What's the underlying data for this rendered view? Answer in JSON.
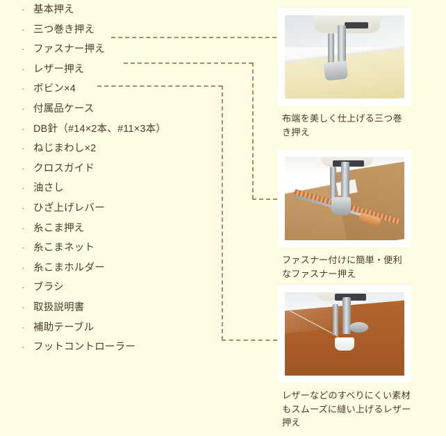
{
  "page": {
    "background_color": "#fdfbe2",
    "text_color": "#443e2d",
    "connector_color": "#a08e63"
  },
  "accessory_list": {
    "bullet_glyph": "·",
    "items": [
      {
        "label": "基本押え"
      },
      {
        "label": "三つ巻き押え"
      },
      {
        "label": "ファスナー押え"
      },
      {
        "label": "レザー押え"
      },
      {
        "label": "ボビン×4"
      },
      {
        "label": "付属品ケース"
      },
      {
        "label": "DB針（#14×2本、#11×3本）"
      },
      {
        "label": "ねじまわし×2"
      },
      {
        "label": "クロスガイド"
      },
      {
        "label": "油さし"
      },
      {
        "label": "ひざ上げレバー"
      },
      {
        "label": "糸こま押え"
      },
      {
        "label": "糸こまネット"
      },
      {
        "label": "糸こまホルダー"
      },
      {
        "label": "ブラシ"
      },
      {
        "label": "取扱説明書"
      },
      {
        "label": "補助テーブル"
      },
      {
        "label": "フットコントローラー"
      }
    ]
  },
  "photos": [
    {
      "id": "rolled-hem-foot",
      "caption": "布端を美しく仕上げる三つ巻き押え",
      "alt": "三つ巻き押えの写真"
    },
    {
      "id": "zipper-foot",
      "caption": "ファスナー付けに簡単・便利なファスナー押え",
      "alt": "ファスナー押えの写真"
    },
    {
      "id": "leather-foot",
      "caption": "レザーなどのすべりにくい素材もスムーズに縫い上げるレザー押え",
      "alt": "レザー押えの写真"
    }
  ]
}
